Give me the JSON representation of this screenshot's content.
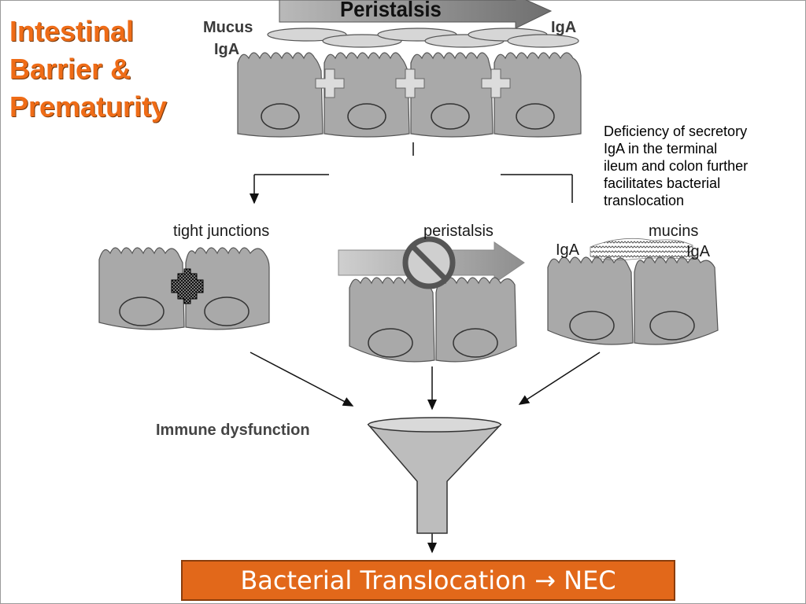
{
  "title": {
    "line1": "Intestinal",
    "line2": "Barrier &",
    "line3": "Prematurity"
  },
  "top_diagram": {
    "peristalsis_label": "Peristalsis",
    "mucus_label": "Mucus",
    "iga_left_label": "IgA",
    "iga_right_label": "IgA"
  },
  "note": {
    "line1": "Deficiency of secretory",
    "line2": "IgA in the terminal",
    "line3": "ileum and colon further",
    "line4": "facilitates bacterial",
    "line5": "translocation"
  },
  "panels": {
    "tight_junctions_label": "tight junctions",
    "peristalsis_label": "peristalsis",
    "mucins_label": "mucins",
    "iga_left_label": "IgA",
    "iga_right_label": "IgA"
  },
  "funnel": {
    "label": "Immune dysfunction"
  },
  "banner": {
    "text": "Bacterial Translocation → NEC"
  },
  "colors": {
    "accent": "#ef6c17",
    "banner_bg": "#e2681a",
    "cell_fill": "#a9a9a9"
  }
}
